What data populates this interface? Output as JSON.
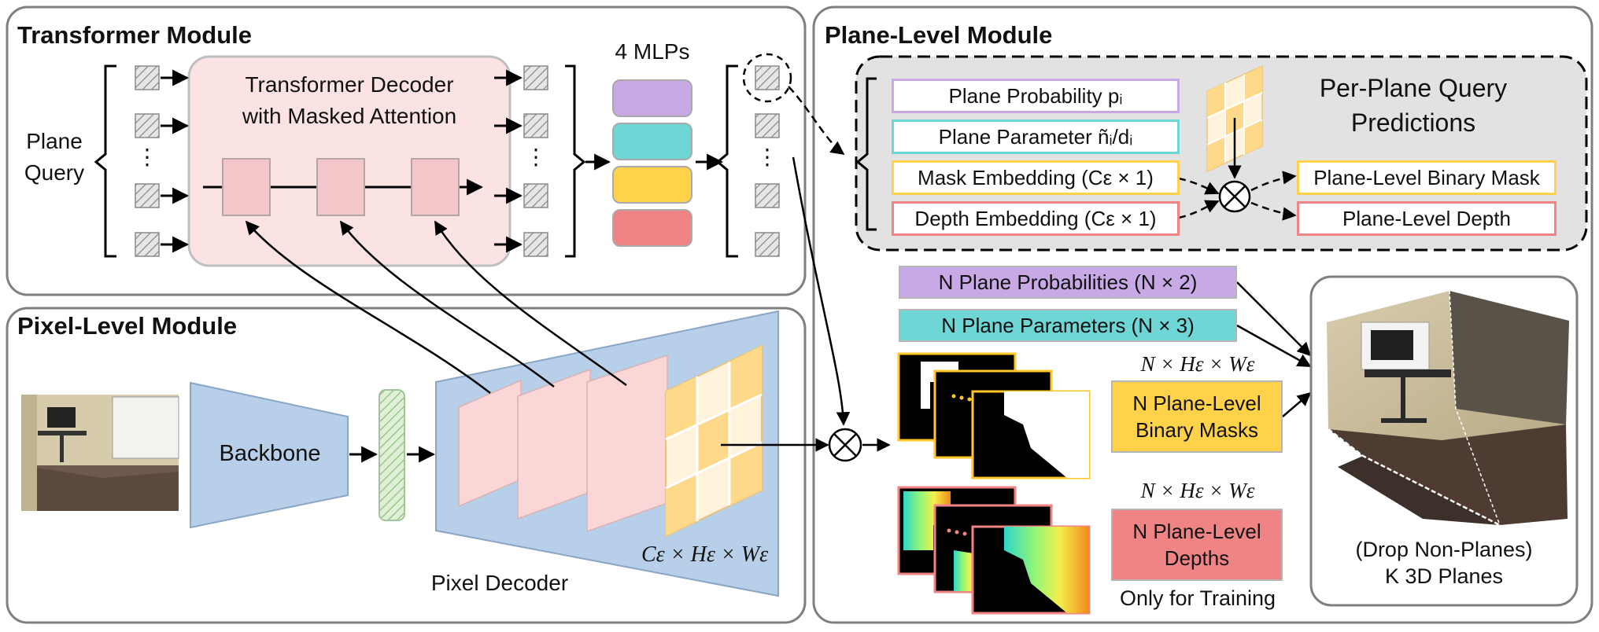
{
  "modules": {
    "transformer": "Transformer Module",
    "pixel": "Pixel-Level Module",
    "plane": "Plane-Level Module"
  },
  "transformer": {
    "plane_query": "Plane\nQuery",
    "decoder": "Transformer Decoder\nwith Masked Attention",
    "mlps": "4 MLPs",
    "dots": "⋮"
  },
  "pixel": {
    "backbone": "Backbone",
    "pixel_decoder": "Pixel Decoder",
    "dims": "Cε × Hε × Wε"
  },
  "plane": {
    "per_plane": "Per-Plane Query\nPredictions",
    "plane_prob": "Plane Probability pᵢ",
    "plane_param": "Plane Parameter ñᵢ/dᵢ",
    "mask_emb": "Mask Embedding (Cε × 1)",
    "depth_emb": "Depth Embedding (Cε × 1)",
    "binary_mask": "Plane-Level Binary Mask",
    "plane_depth": "Plane-Level Depth",
    "n_probs": "N Plane Probabilities (N × 2)",
    "n_params": "N Plane Parameters (N × 3)",
    "dims_mask": "N × Hε × Wε",
    "dims_depth": "N × Hε × Wε",
    "n_masks": "N Plane-Level\nBinary Masks",
    "n_depths": "N Plane-Level\nDepths",
    "training": "Only for Training",
    "drop": "(Drop Non-Planes)",
    "k_planes": "K 3D Planes"
  },
  "colors": {
    "purple": "#c8a9e6",
    "cyan": "#6fd6d6",
    "yellow": "#ffd24a",
    "red": "#f08484",
    "blue": "#b7cfe9",
    "pink": "#fbd6d6",
    "decoder_bg": "#fbe3e3",
    "grey_panel": "#e2e2e2"
  }
}
